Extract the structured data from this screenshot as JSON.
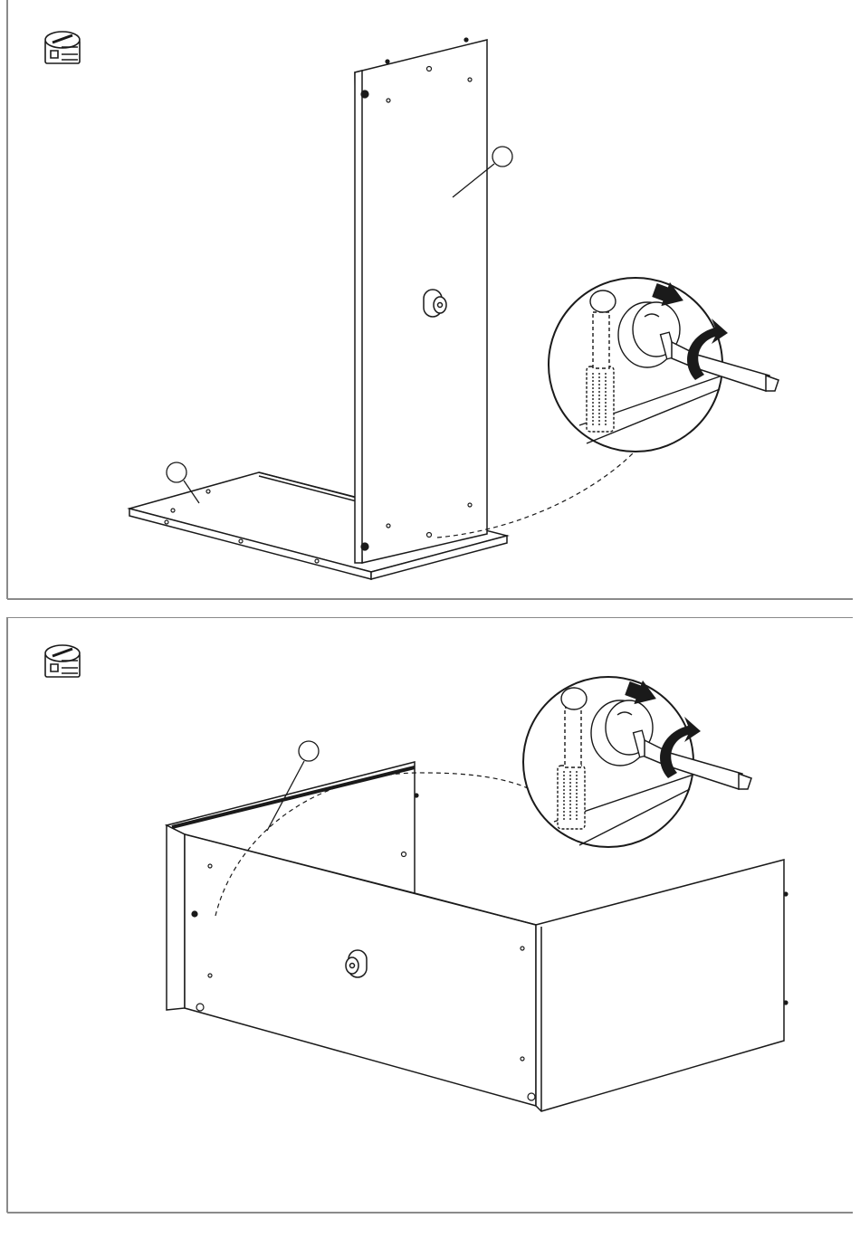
{
  "page": {
    "background": "#ffffff",
    "line_color": "#1a1a1a",
    "frame_color": "#8a8a8a"
  },
  "steps": [
    {
      "id": "step-1",
      "hardware_icon": "cam-lock-icon",
      "detail": "cam-lock-tighten-detail",
      "callouts": [
        "",
        ""
      ]
    },
    {
      "id": "step-2",
      "hardware_icon": "cam-lock-icon",
      "detail": "cam-lock-tighten-detail",
      "callouts": [
        ""
      ]
    }
  ]
}
